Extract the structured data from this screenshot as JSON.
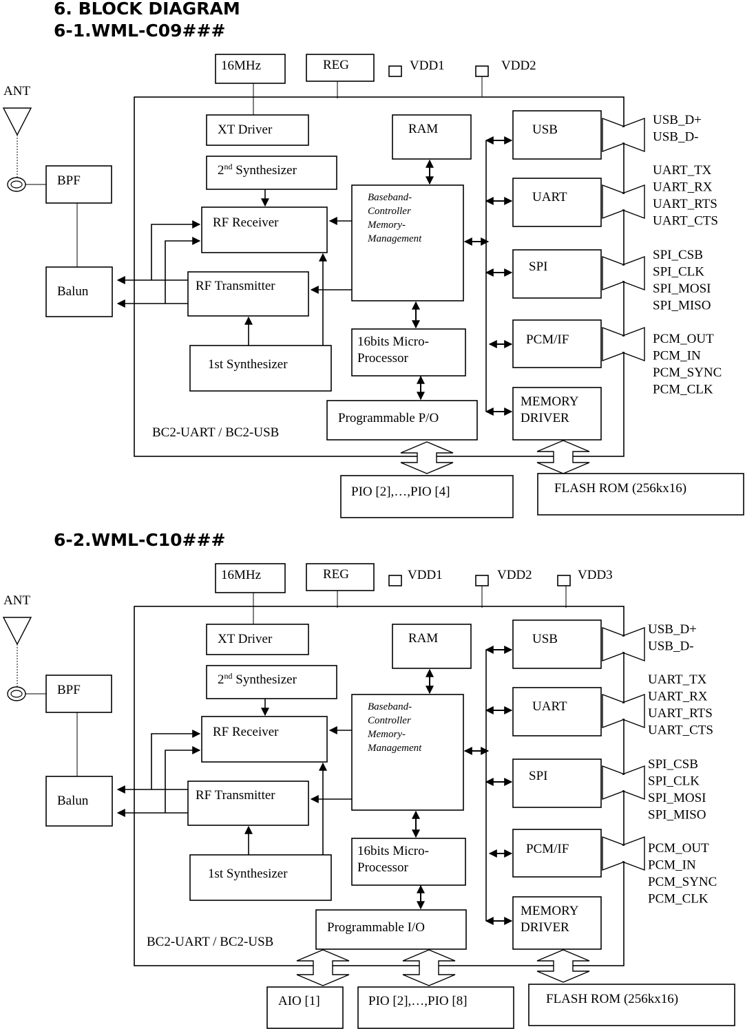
{
  "title": "6. BLOCK DIAGRAM",
  "diagrams": [
    {
      "heading": "6-1.WML-C09###",
      "osc": "16MHz",
      "reg": "REG",
      "vdd": [
        "VDD1",
        "VDD2"
      ],
      "ant": "ANT",
      "bpf": "BPF",
      "balun": "Balun",
      "xt_driver": "XT Driver",
      "synth2_base": "2",
      "synth2_sup": "nd",
      "synth2_rest": " Synthesizer",
      "rf_receiver": "RF Receiver",
      "rf_transmitter": "RF Transmitter",
      "synth1": "1st Synthesizer",
      "ram": "RAM",
      "baseband": [
        "Baseband-",
        "Controller",
        "Memory-",
        "Management"
      ],
      "micro": [
        "16bits Micro-",
        "Processor"
      ],
      "prog_io": "Programmable P/O",
      "usb": "USB",
      "uart": "UART",
      "spi": "SPI",
      "pcm": "PCM/IF",
      "mem": [
        "MEMORY",
        "DRIVER"
      ],
      "chip_label": "BC2-UART / BC2-USB",
      "signals": {
        "usb": [
          "USB_D+",
          "USB_D-"
        ],
        "uart": [
          "UART_TX",
          "UART_RX",
          "UART_RTS",
          "UART_CTS"
        ],
        "spi": [
          "SPI_CSB",
          "SPI_CLK",
          "SPI_MOSI",
          "SPI_MISO"
        ],
        "pcm": [
          "PCM_OUT",
          "PCM_IN",
          "PCM_SYNC",
          "PCM_CLK"
        ]
      },
      "bottom": {
        "pio": "PIO [2],…,PIO [4]",
        "flash": "FLASH ROM (256kx16)"
      }
    },
    {
      "heading": "6-2.WML-C10###",
      "osc": "16MHz",
      "reg": "REG",
      "vdd": [
        "VDD1",
        "VDD2",
        "VDD3"
      ],
      "ant": "ANT",
      "bpf": "BPF",
      "balun": "Balun",
      "xt_driver": "XT Driver",
      "synth2_base": "2",
      "synth2_sup": "nd",
      "synth2_rest": " Synthesizer",
      "rf_receiver": "RF Receiver",
      "rf_transmitter": "RF Transmitter",
      "synth1": "1st Synthesizer",
      "ram": "RAM",
      "baseband": [
        "Baseband-",
        "Controller",
        "Memory-",
        "Management"
      ],
      "micro": [
        "16bits Micro-",
        "Processor"
      ],
      "prog_io": "Programmable I/O",
      "usb": "USB",
      "uart": "UART",
      "spi": "SPI",
      "pcm": "PCM/IF",
      "mem": [
        "MEMORY",
        "DRIVER"
      ],
      "chip_label": "BC2-UART / BC2-USB",
      "signals": {
        "usb": [
          "USB_D+",
          "USB_D-"
        ],
        "uart": [
          "UART_TX",
          "UART_RX",
          "UART_RTS",
          "UART_CTS"
        ],
        "spi": [
          "SPI_CSB",
          "SPI_CLK",
          "SPI_MOSI",
          "SPI_MISO"
        ],
        "pcm": [
          "PCM_OUT",
          "PCM_IN",
          "PCM_SYNC",
          "PCM_CLK"
        ]
      },
      "bottom": {
        "aio": "AIO [1]",
        "pio": "PIO [2],…,PIO [8]",
        "flash": "FLASH ROM (256kx16)"
      }
    }
  ]
}
